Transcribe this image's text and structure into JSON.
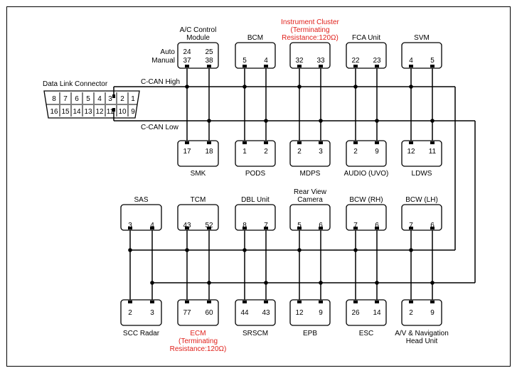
{
  "buses": {
    "high_label": "C-CAN High",
    "low_label": "C-CAN Low"
  },
  "dlc": {
    "title": "Data Link Connector",
    "top_pins": [
      "8",
      "7",
      "6",
      "5",
      "4",
      "3",
      "2",
      "1"
    ],
    "bottom_pins": [
      "16",
      "15",
      "14",
      "13",
      "12",
      "11",
      "10",
      "9"
    ]
  },
  "row1": [
    {
      "id": "ac",
      "title": [
        "A/C Control",
        "Module"
      ],
      "pins": [
        "24",
        "25"
      ],
      "pins2": [
        "37",
        "38"
      ],
      "side": [
        "Auto",
        "Manual"
      ],
      "color": "#000000"
    },
    {
      "id": "bcm",
      "title": [
        "BCM"
      ],
      "pins": [
        "5",
        "4"
      ],
      "color": "#000000"
    },
    {
      "id": "cluster",
      "title": [
        "Instrument Cluster",
        "(Terminating",
        "Resistance:120Ω)"
      ],
      "pins": [
        "32",
        "33"
      ],
      "color": "#e0201b"
    },
    {
      "id": "fca",
      "title": [
        "FCA Unit"
      ],
      "pins": [
        "22",
        "23"
      ],
      "color": "#000000"
    },
    {
      "id": "svm",
      "title": [
        "SVM"
      ],
      "pins": [
        "4",
        "5"
      ],
      "color": "#000000"
    }
  ],
  "row2": [
    {
      "id": "smk",
      "title": [
        "SMK"
      ],
      "pins": [
        "17",
        "18"
      ]
    },
    {
      "id": "pods",
      "title": [
        "PODS"
      ],
      "pins": [
        "1",
        "2"
      ]
    },
    {
      "id": "mdps",
      "title": [
        "MDPS"
      ],
      "pins": [
        "2",
        "3"
      ]
    },
    {
      "id": "audio",
      "title": [
        "AUDIO (UVO)"
      ],
      "pins": [
        "2",
        "9"
      ]
    },
    {
      "id": "ldws",
      "title": [
        "LDWS"
      ],
      "pins": [
        "12",
        "11"
      ]
    }
  ],
  "row3": [
    {
      "id": "sas",
      "title": [
        "SAS"
      ],
      "pins": [
        "3",
        "4"
      ]
    },
    {
      "id": "tcm",
      "title": [
        "TCM"
      ],
      "pins": [
        "43",
        "52"
      ]
    },
    {
      "id": "dbl",
      "title": [
        "DBL Unit"
      ],
      "pins": [
        "8",
        "7"
      ]
    },
    {
      "id": "rvc",
      "title": [
        "Rear View",
        "Camera"
      ],
      "pins": [
        "5",
        "6"
      ]
    },
    {
      "id": "bcwrh",
      "title": [
        "BCW (RH)"
      ],
      "pins": [
        "7",
        "6"
      ]
    },
    {
      "id": "bcwlh",
      "title": [
        "BCW (LH)"
      ],
      "pins": [
        "7",
        "6"
      ]
    }
  ],
  "row4": [
    {
      "id": "scc",
      "title": [
        "SCC Radar"
      ],
      "pins": [
        "2",
        "3"
      ],
      "color": "#000000"
    },
    {
      "id": "ecm",
      "title": [
        "ECM",
        "(Terminating",
        "Resistance:120Ω)"
      ],
      "pins": [
        "77",
        "60"
      ],
      "color": "#e0201b"
    },
    {
      "id": "srscm",
      "title": [
        "SRSCM"
      ],
      "pins": [
        "44",
        "43"
      ],
      "color": "#000000"
    },
    {
      "id": "epb",
      "title": [
        "EPB"
      ],
      "pins": [
        "12",
        "9"
      ],
      "color": "#000000"
    },
    {
      "id": "esc",
      "title": [
        "ESC"
      ],
      "pins": [
        "26",
        "14"
      ],
      "color": "#000000"
    },
    {
      "id": "avn",
      "title": [
        "A/V & Navigation",
        "Head Unit"
      ],
      "pins": [
        "2",
        "9"
      ],
      "color": "#000000"
    }
  ]
}
